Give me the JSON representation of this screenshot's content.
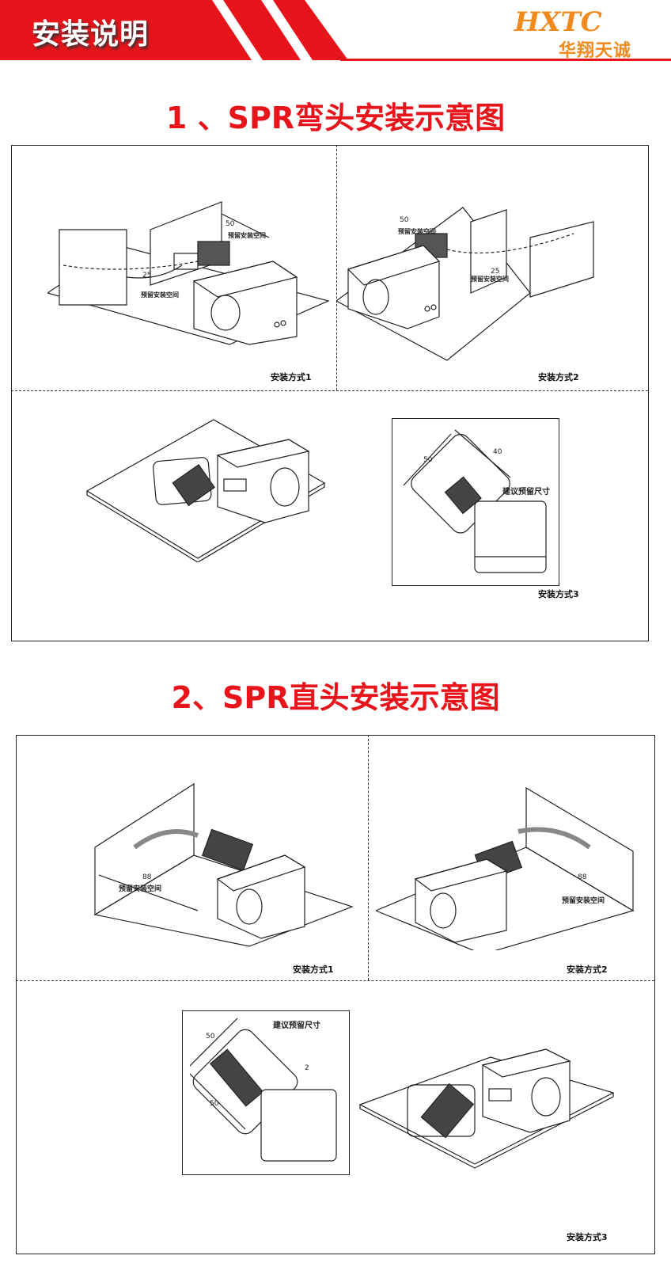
{
  "header": {
    "title": "安装说明",
    "brand_script": "HXTC",
    "brand_name": "华翔天诚",
    "accent": "#e8141b",
    "brand_color": "#f08a1c"
  },
  "section1": {
    "title": "1 、SPR弯头安装示意图",
    "method1": {
      "label": "安装方式1",
      "dim_a": "50",
      "dim_b": "25",
      "note": "预留安装空间"
    },
    "method2": {
      "label": "安装方式2",
      "dim_a": "50",
      "dim_b": "25",
      "note": "预留安装空间"
    },
    "method3": {
      "label": "安装方式3",
      "dim_a": "50",
      "dim_b": "40",
      "note": "建议预留尺寸"
    }
  },
  "section2": {
    "title": "2、SPR直头安装示意图",
    "method1": {
      "label": "安装方式1",
      "dim_a": "88",
      "note": "预留安装空间"
    },
    "method2": {
      "label": "安装方式2",
      "dim_a": "88",
      "note": "预留安装空间"
    },
    "method3": {
      "label": "安装方式3",
      "dim_a": "50",
      "dim_b": "50",
      "dim_c": "2",
      "note": "建议预留尺寸"
    }
  }
}
